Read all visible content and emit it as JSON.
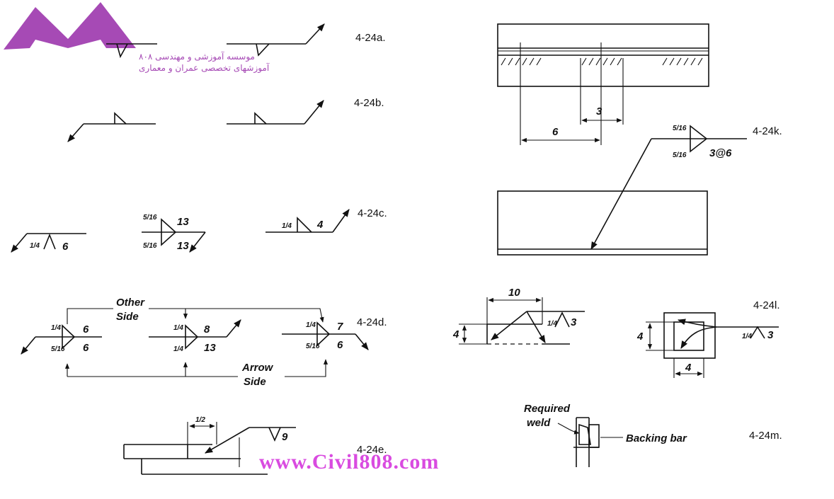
{
  "colors": {
    "ink": "#111111",
    "brand": "#a64ab5",
    "watermark": "#d94be0"
  },
  "logo": {
    "line1": "موسسه آموزشی و مهندسی ۸۰۸",
    "line2": "آموزشهای تخصصی عمران و معماری"
  },
  "watermark": "www.Civil808.com",
  "figures": {
    "a": "4-24a.",
    "b": "4-24b.",
    "c": "4-24c.",
    "d": "4-24d.",
    "e": "4-24e.",
    "k": "4-24k.",
    "l": "4-24l.",
    "m": "4-24m."
  },
  "labels": {
    "c_left_size": "1/4",
    "c_left_len": "6",
    "c_mid_top_size": "5/16",
    "c_mid_top_len": "13",
    "c_mid_bot_size": "5/16",
    "c_mid_bot_len": "13",
    "c_right_size": "1/4",
    "c_right_len": "4",
    "d_other": "Other",
    "d_other_side": "Side",
    "d_arrow": "Arrow",
    "d_arrow_side": "Side",
    "d1_top_size": "1/4",
    "d1_top_len": "6",
    "d1_bot_size": "5/16",
    "d1_bot_len": "6",
    "d2_top_size": "1/4",
    "d2_top_len": "8",
    "d2_bot_size": "1/4",
    "d2_bot_len": "13",
    "d3_top_size": "1/4",
    "d3_top_len": "7",
    "d3_bot_size": "5/16",
    "d3_bot_len": "6",
    "e_dim": "1/2",
    "e_len": "9",
    "k_dim_small": "3",
    "k_dim_big": "6",
    "k_top_size": "5/16",
    "k_bot_size": "5/16",
    "k_pitch": "3@6",
    "l_top": "10",
    "l_side": "4",
    "l_size": "1/4",
    "l_len": "3",
    "l2_side": "4",
    "l2_bot": "4",
    "l2_size": "1/4",
    "l2_len": "3",
    "m_required": "Required",
    "m_weld": "weld",
    "m_backing": "Backing bar"
  }
}
